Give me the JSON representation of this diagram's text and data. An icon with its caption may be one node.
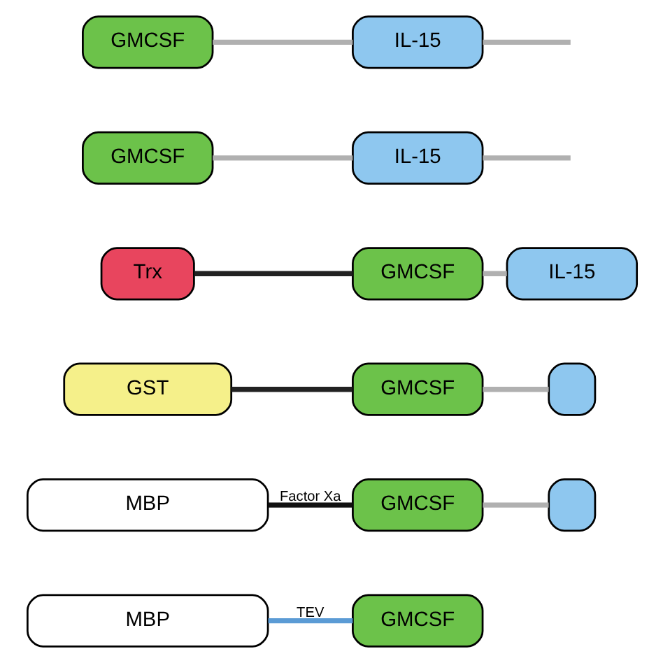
{
  "diagram": {
    "nodes": [
      {
        "text": [
          "GMCSF"
        ]
      },
      {
        "text": [
          "IL-15"
        ]
      },
      {
        "text": [
          "GMCSF"
        ]
      },
      {
        "text": [
          "IL-15"
        ]
      },
      {
        "text": [
          "Trx"
        ]
      },
      {
        "text": [
          "GMCSF"
        ]
      },
      {
        "text": [
          "IL-15"
        ]
      },
      {
        "text": [
          "GST"
        ]
      },
      {
        "text": [
          "GMCSF"
        ]
      },
      {
        "text": [],
        "shape": "box"
      },
      {
        "text": [
          "MBP"
        ]
      },
      {
        "text": [
          "GMCSF"
        ]
      },
      {
        "text": [],
        "shape": "box"
      },
      {
        "text": [
          "MBP"
        ]
      },
      {
        "text": [
          "GMCSF"
        ]
      }
    ],
    "edges": [
      {
        "from": 0,
        "to": 1,
        "arrow": "none"
      },
      {
        "from": 1,
        "to": null,
        "arrow": "none"
      },
      {
        "from": 2,
        "to": 3,
        "arrow": "none"
      },
      {
        "from": 3,
        "to": null,
        "arrow": "none"
      },
      {
        "from": 4,
        "to": 5,
        "arrow": "none",
        "color": "#222222"
      },
      {
        "from": 5,
        "to": 6,
        "arrow": "none"
      },
      {
        "from": 7,
        "to": 8,
        "arrow": "none",
        "color": "#222222"
      },
      {
        "from": 8,
        "to": 9,
        "arrow": "none"
      },
      {
        "from": 10,
        "to": 11,
        "arrow": "none",
        "label": "Factor Xa",
        "color": "#111111"
      },
      {
        "from": 11,
        "to": 12,
        "arrow": "none"
      },
      {
        "from": 13,
        "to": 14,
        "arrow": "none",
        "label": "TEV",
        "color": "#5b9bd5"
      }
    ]
  }
}
